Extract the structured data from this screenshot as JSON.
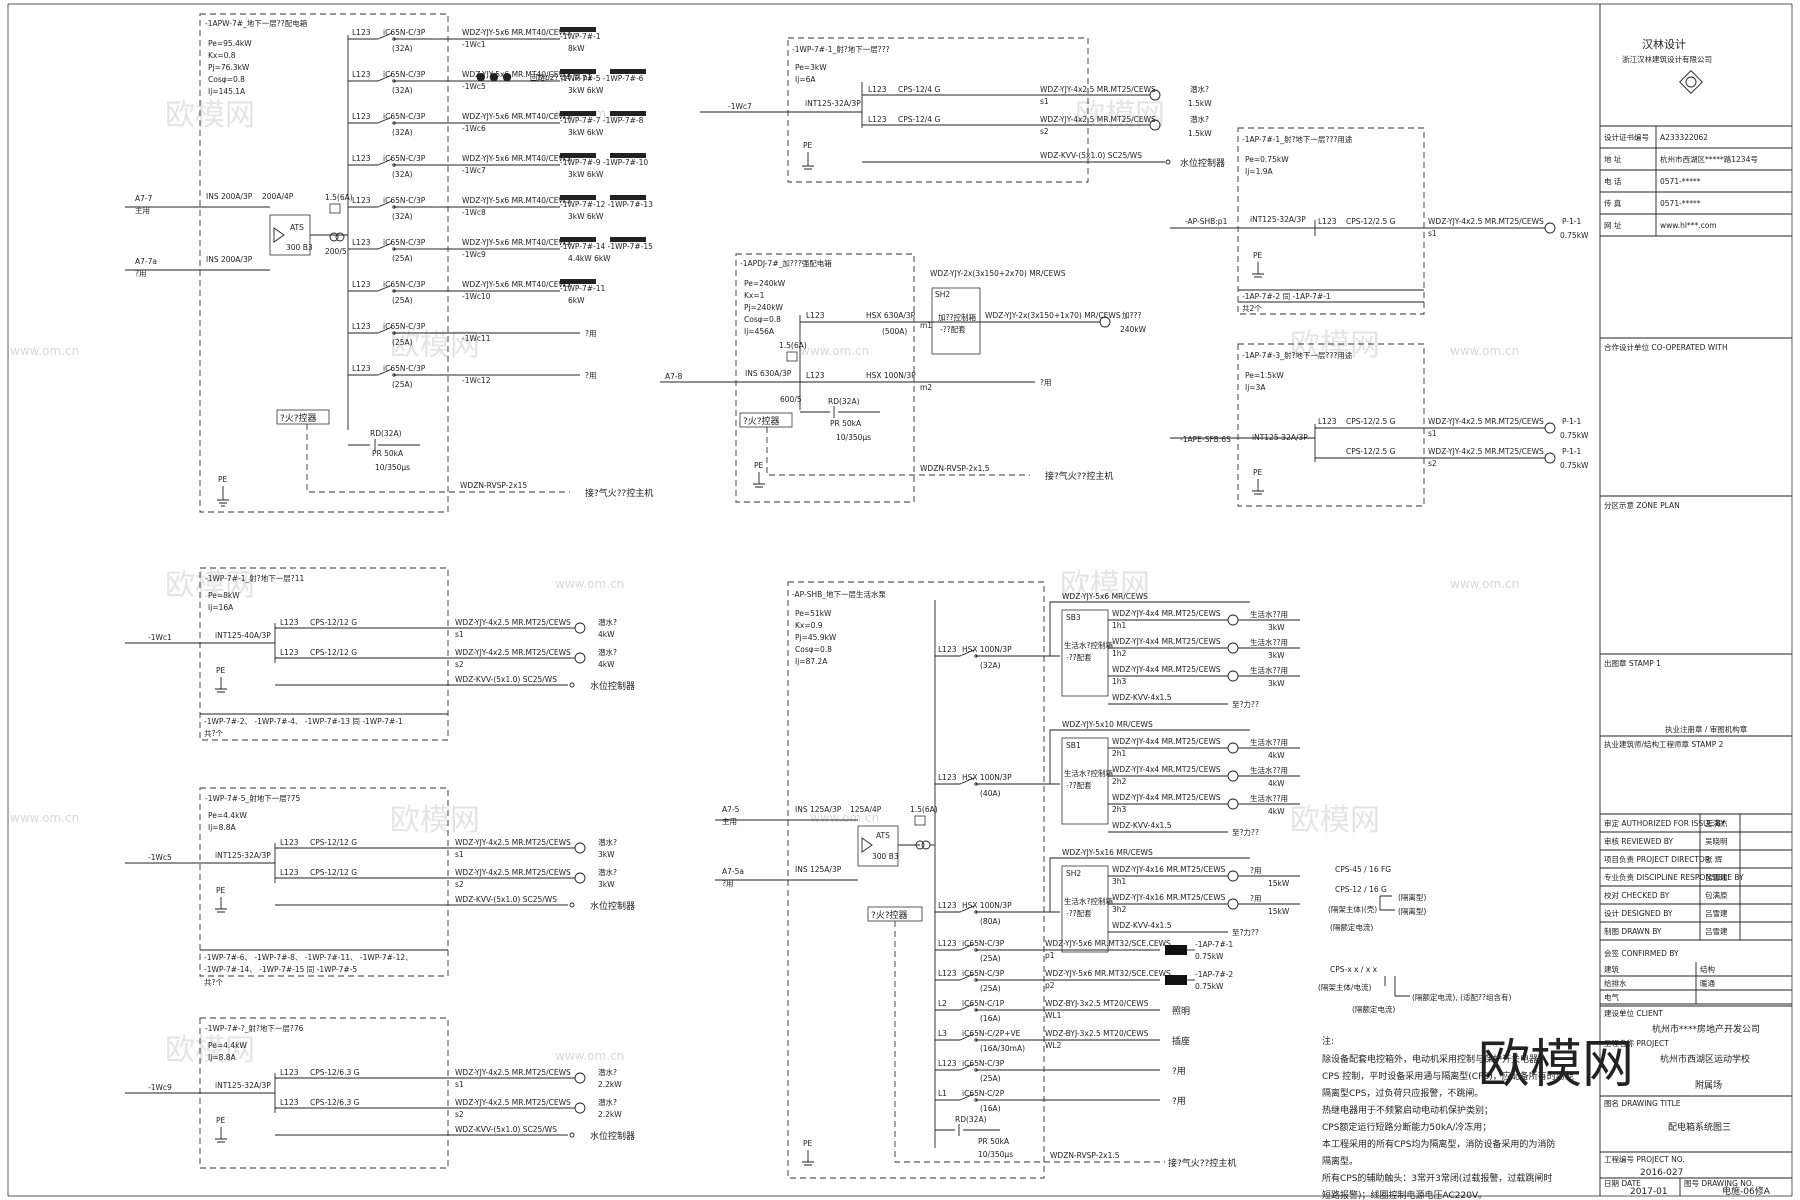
{
  "watermark": {
    "brand": "欧模网",
    "site": "www.om.cn"
  },
  "logo": "欧模网",
  "box1": {
    "title": "-1APW-7#_地下一层??配电箱",
    "params": [
      "Pe=95.4kW",
      "Kx=0.8",
      "Pj=76.3kW",
      "Cosφ=0.8",
      "Ij=145.1A"
    ],
    "in_main": "A7-7",
    "in_main_lbl": "主用",
    "in_backup": "A7-7a",
    "in_backup_lbl": "?用",
    "ins1": "INS 200A/3P",
    "ins2": "INS 200A/3P",
    "sw": "200A/4P",
    "ats": "ATS",
    "ats_sub": "300 B3",
    "ct": "1.5(6A)",
    "ct2": "200/5",
    "fire_alarm": "?火?控器",
    "fire_host": "接?气火??控主机",
    "pe": "PE",
    "rd": "RD(32A)",
    "pr": "PR 50kA",
    "pr_sub": "10/350μs",
    "cable_fire": "WDZN-RVSP-2x15",
    "dots_note": "回路p2? p4 同 p1",
    "circuits": [
      {
        "l": "L123",
        "brk": "iC65N-C/3P",
        "a": "(32A)",
        "cable": "WDZ-YJY-5x6 MR.MT40/CEWS",
        "id": "-1Wc1",
        "tag": "-1WP-7#-1",
        "kw": "8kW"
      },
      {
        "l": "L123",
        "brk": "iC65N-C/3P",
        "a": "(32A)",
        "cable": "WDZ-YJY-5x6 MR.MT40/CEWS",
        "id": "-1Wc5",
        "tag": "-1WP-7#-5   -1WP-7#-6",
        "kw": "3kW   6kW"
      },
      {
        "l": "L123",
        "brk": "iC65N-C/3P",
        "a": "(32A)",
        "cable": "WDZ-YJY-5x6 MR.MT40/CEWS",
        "id": "-1Wc6",
        "tag": "-1WP-7#-7   -1WP-7#-8",
        "kw": "3kW   6kW"
      },
      {
        "l": "L123",
        "brk": "iC65N-C/3P",
        "a": "(32A)",
        "cable": "WDZ-YJY-5x6 MR.MT40/CEWS",
        "id": "-1Wc7",
        "tag": "-1WP-7#-9   -1WP-7#-10",
        "kw": "3kW   6kW"
      },
      {
        "l": "L123",
        "brk": "iC65N-C/3P",
        "a": "(32A)",
        "cable": "WDZ-YJY-5x6 MR.MT40/CEWS",
        "id": "-1Wc8",
        "tag": "-1WP-7#-12   -1WP-7#-13",
        "kw": "3kW   6kW"
      },
      {
        "l": "L123",
        "brk": "iC65N-C/3P",
        "a": "(25A)",
        "cable": "WDZ-YJY-5x6 MR.MT40/CEWS",
        "id": "-1Wc9",
        "tag": "-1WP-7#-14   -1WP-7#-15",
        "kw": "4.4kW   6kW"
      },
      {
        "l": "L123",
        "brk": "iC65N-C/3P",
        "a": "(25A)",
        "cable": "WDZ-YJY-5x6 MR.MT40/CEWS",
        "id": "-1Wc10",
        "tag": "-1WP-7#-11",
        "kw": "6kW"
      },
      {
        "l": "L123",
        "brk": "iC65N-C/3P",
        "a": "(25A)",
        "cable": "",
        "id": "-1Wc11",
        "tag": "?用",
        "kw": ""
      },
      {
        "l": "L123",
        "brk": "iC65N-C/3P",
        "a": "(25A)",
        "cable": "",
        "id": "-1Wc12",
        "tag": "?用",
        "kw": ""
      }
    ]
  },
  "box2": {
    "title": "-1WP-7#-1_射?地下一层???",
    "params": [
      "Pe=3kW",
      "Ij=6A"
    ],
    "in": "-1Wc7",
    "brk": "iNT125-32A/3P",
    "l": "L123",
    "cps1": "CPS-12/4 G",
    "cps2": "CPS-12/4 G",
    "c1": "WDZ-YJY-4x2.5 MR.MT25/CEWS",
    "c1id": "s1",
    "c1dev": "潜水?",
    "c1kw": "1.5kW",
    "c2": "WDZ-YJY-4x2.5 MR.MT25/CEWS",
    "c2id": "s2",
    "c2dev": "潜水?",
    "c2kw": "1.5kW",
    "c3": "WDZ-KVV-(5x1.0) SC25/WS",
    "c3dev": "水位控制器",
    "pe": "PE"
  },
  "box3": {
    "title": "-1APDJ-7#_加???强配电箱",
    "params": [
      "Pe=240kW",
      "Kx=1",
      "Pj=240kW",
      "Cosφ=0.8",
      "Ij=456A"
    ],
    "in": "A7-8",
    "ins": "INS 630A/3P",
    "ct": "1.5(6A)",
    "ct2": "600/5",
    "l": "L123",
    "hsx1": "HSX 630A/3P",
    "a1": "(500A)",
    "m1": "m1",
    "sub": "SH2",
    "sub_t": "加??控制箱\n-??配套",
    "cab": "WDZ-YJY-2x(3x150+2x70) MR/CEWS",
    "cab2": "WDZ-YJY-2x(3x150+1x70) MR/CEWS",
    "dev": "加???",
    "kw": "240kW",
    "hsx2": "HSX 100N/3P",
    "m2": "m2",
    "spare": "?用",
    "rd": "RD(32A)",
    "pr": "PR 50kA",
    "pr_sub": "10/350μs",
    "fire": "?火?控器",
    "fire_cab": "WDZN-RVSP-2x1.5",
    "fire_host": "接?气火??控主机",
    "pe": "PE"
  },
  "box4": {
    "title": "-1AP-7#-1_射?地下一层???用途",
    "params": [
      "Pe=0.75kW",
      "Ij=1.9A"
    ],
    "in": "-AP-SHB:p1",
    "brk": "iNT125-32A/3P",
    "l": "L123",
    "cps": "CPS-12/2.5 G",
    "cab": "WDZ-YJY-4x2.5 MR.MT25/CEWS",
    "id": "s1",
    "dev": "P-1-1",
    "kw": "0.75kW",
    "note": "-1AP-7#-2 同 -1AP-7#-1",
    "note2": "共2个"
  },
  "box5": {
    "title": "-1AP-7#-3_射?地下一层???用途",
    "params": [
      "Pe=1.5kW",
      "Ij=3A"
    ],
    "in": "-1APE-SFB:6S",
    "brk": "iNT125-32A/3P",
    "l": "L123",
    "cps1": "CPS-12/2.5 G",
    "cps2": "CPS-12/2.5 G",
    "c1": "WDZ-YJY-4x2.5 MR.MT25/CEWS",
    "c1id": "s1",
    "c1dev": "P-1-1",
    "c1kw": "0.75kW",
    "c2": "WDZ-YJY-4x2.5 MR.MT25/CEWS",
    "c2id": "s2",
    "c2dev": "P-1-1",
    "c2kw": "0.75kW"
  },
  "box6": {
    "title": "-1WP-7#-1_射?地下一层?11",
    "params": [
      "Pe=8kW",
      "Ij=16A"
    ],
    "in": "-1Wc1",
    "brk": "iNT125-40A/3P",
    "l": "L123",
    "cps1": "CPS-12/12 G",
    "cps2": "CPS-12/12 G",
    "c1": "WDZ-YJY-4x2.5 MR.MT25/CEWS",
    "c1id": "s1",
    "c1dev": "潜水?",
    "c1kw": "4kW",
    "c2": "WDZ-YJY-4x2.5 MR.MT25/CEWS",
    "c2id": "s2",
    "c2dev": "潜水?",
    "c2kw": "4kW",
    "c3": "WDZ-KVV-(5x1.0) SC25/WS",
    "c3dev": "水位控制器",
    "note": "-1WP-7#-2、 -1WP-7#-4、 -1WP-7#-13 同 -1WP-7#-1",
    "note2": "共?个",
    "pe": "PE"
  },
  "box7": {
    "title": "-1WP-7#-5_射地下一层?75",
    "params": [
      "Pe=4.4kW",
      "Ij=8.8A"
    ],
    "in": "-1Wc5",
    "brk": "iNT125-32A/3P",
    "l": "L123",
    "cps1": "CPS-12/12 G",
    "cps2": "CPS-12/12 G",
    "c1": "WDZ-YJY-4x2.5 MR.MT25/CEWS",
    "c1id": "s1",
    "c1dev": "潜水?",
    "c1kw": "3kW",
    "c2": "WDZ-YJY-4x2.5 MR.MT25/CEWS",
    "c2id": "s2",
    "c2dev": "潜水?",
    "c2kw": "3kW",
    "c3": "WDZ-KVV-(5x1.0) SC25/WS",
    "c3dev": "水位控制器",
    "note": "-1WP-7#-6、 -1WP-7#-8、 -1WP-7#-11、 -1WP-7#-12、",
    "note2": "-1WP-7#-14、 -1WP-7#-15 同 -1WP-7#-5",
    "note3": "共?个",
    "pe": "PE"
  },
  "box8": {
    "title": "-1WP-7#-?_射?地下一层?76",
    "params": [
      "Pe=4.4kW",
      "Ij=8.8A"
    ],
    "in": "-1Wc9",
    "brk": "iNT125-32A/3P",
    "l": "L123",
    "cps1": "CPS-12/6.3 G",
    "cps2": "CPS-12/6.3 G",
    "c1": "WDZ-YJY-4x2.5 MR.MT25/CEWS",
    "c1id": "s1",
    "c1dev": "潜水?",
    "c1kw": "2.2kW",
    "c2": "WDZ-YJY-4x2.5 MR.MT25/CEWS",
    "c2id": "s2",
    "c2dev": "潜水?",
    "c2kw": "2.2kW",
    "c3": "WDZ-KVV-(5x1.0) SC25/WS",
    "c3dev": "水位控制器",
    "pe": "PE"
  },
  "box9": {
    "title": "-AP-SHB_地下一层生活水泵",
    "params": [
      "Pe=51kW",
      "Kx=0.9",
      "Pj=45.9kW",
      "Cosφ=0.8",
      "Ij=87.2A"
    ],
    "in_main": "A7-5",
    "in_main_lbl": "主用",
    "in_backup": "A7-5a",
    "in_backup_lbl": "?用",
    "ins1": "INS 125A/3P",
    "ins2": "INS 125A/3P",
    "sw": "125A/4P",
    "ats": "ATS",
    "ats_sub": "300 B3",
    "ct": "1.5(6A)",
    "fire": "?火?控器",
    "fire_cab": "WDZN-RVSP-2x1.5",
    "fire_host": "接?气火??控主机",
    "pe": "PE",
    "rd": "RD(32A)",
    "pr": "PR 50kA",
    "pr_sub": "10/350μs",
    "g1": {
      "l": "L123",
      "hsx": "HSX 100N/3P",
      "a": "(32A)",
      "cab": "WDZ-YJY-5x6 MR/CEWS",
      "sb": "SB3",
      "sbt": "生活水?控制箱",
      "sbt2": "-??配套",
      "out": [
        [
          "WDZ-YJY-4x4 MR.MT25/CEWS",
          "1h1",
          "生活水??用",
          "3kW"
        ],
        [
          "WDZ-YJY-4x4 MR.MT25/CEWS",
          "1h2",
          "生活水??用",
          "3kW"
        ],
        [
          "WDZ-YJY-4x4 MR.MT25/CEWS",
          "1h3",
          "生活水??用",
          "3kW"
        ],
        [
          "WDZ-KVV-4x1.5",
          "",
          "至?力??",
          ""
        ]
      ]
    },
    "g2": {
      "l": "L123",
      "hsx": "HSX 100N/3P",
      "a": "(40A)",
      "cab": "WDZ-YJY-5x10 MR/CEWS",
      "sb": "SB1",
      "sbt": "生活水?控制箱",
      "sbt2": "-??配套",
      "out": [
        [
          "WDZ-YJY-4x4 MR.MT25/CEWS",
          "2h1",
          "生活水??用",
          "4kW"
        ],
        [
          "WDZ-YJY-4x4 MR.MT25/CEWS",
          "2h2",
          "生活水??用",
          "4kW"
        ],
        [
          "WDZ-YJY-4x4 MR.MT25/CEWS",
          "2h3",
          "生活水??用",
          "4kW"
        ],
        [
          "WDZ-KVV-4x1.5",
          "",
          "至?力??",
          ""
        ]
      ]
    },
    "g3": {
      "l": "L123",
      "hsx": "HSX 100N/3P",
      "a": "(80A)",
      "cab": "WDZ-YJY-5x16 MR/CEWS",
      "sb": "SH2",
      "sbt": "生活水?控制箱",
      "sbt2": "-??配套",
      "out": [
        [
          "WDZ-YJY-4x16 MR.MT25/CEWS",
          "3h1",
          "?用",
          "15kW"
        ],
        [
          "WDZ-YJY-4x16 MR.MT25/CEWS",
          "3h2",
          "?用",
          "15kW"
        ],
        [
          "WDZ-KVV-4x1.5",
          "",
          "至?力??",
          ""
        ]
      ]
    },
    "small": [
      [
        "L123",
        "iC65N-C/3P",
        "(25A)",
        "WDZ-YJY-5x6 MR.MT32/SCE.CEWS",
        "p1",
        "-1AP-7#-1",
        "0.75kW"
      ],
      [
        "L123",
        "iC65N-C/3P",
        "(25A)",
        "WDZ-YJY-5x6 MR.MT32/SCE.CEWS",
        "p2",
        "-1AP-7#-2",
        "0.75kW"
      ],
      [
        "L2",
        "iC65N-C/1P",
        "(16A)",
        "WDZ-BYJ-3x2.5 MT20/CEWS",
        "WL1",
        "照明",
        ""
      ],
      [
        "L3",
        "iC65N-C/2P+VE",
        "(16A/30mA)",
        "WDZ-BYJ-3x2.5 MT20/CEWS",
        "WL2",
        "插座",
        ""
      ],
      [
        "L123",
        "iC65N-C/3P",
        "(25A)",
        "",
        "",
        "?用",
        ""
      ],
      [
        "L1",
        "iC65N-C/2P",
        "(16A)",
        "",
        "",
        "?用",
        ""
      ]
    ]
  },
  "legend": {
    "cps_full": "CPS-45 / 16 FG",
    "cps_sub": "CPS-12 / 16 G",
    "lbl1": "(隔离型)",
    "lbl2": "(隔离型)",
    "lbl_frame": "(隔架主体)(壳)",
    "lbl_rated": "(隔额定电流)",
    "cps_gen": "CPS-x x / x x",
    "lbl_g1": "(隔额定电流),    (适配??组含有)",
    "lbl_g2": "(隔架主体/电流)",
    "lbl_g3": "(隔额定电流)"
  },
  "notes": {
    "head": "注:",
    "lines": [
      "    除设备配套电控箱外，电动机采用控制与保护开关电器",
      "CPS 控制，平时设备采用通与隔离型(CPS)，应配备所有的功能",
      "隔离型CPS，过负荷只应报警，不跳闸。",
      "    热继电器用于不频繁启动电动机保护类别；",
      "CPS额定运行短路分断能力50kA/冷冻用；",
      "    本工程采用的所有CPS均为隔离型，消防设备采用的为消防",
      "隔离型。",
      "    所有CPS的辅助触头：3常开3常闭(过载报警，过载跳闸时",
      "短路报警)；线圈控制电源电压AC220V。"
    ]
  },
  "titleblock": {
    "company": "汉林设计",
    "company2": "浙江汉林建筑设计有限公司",
    "rows1": [
      [
        "设计证书编号",
        "A233322062"
      ],
      [
        "地    址",
        "杭州市西湖区*****路1234号"
      ],
      [
        "电    话",
        "0571-*****"
      ],
      [
        "传    真",
        "0571-*****"
      ],
      [
        "网    址",
        "www.hl***.com"
      ]
    ],
    "coop": "合作设计单位  CO-OPERATED WITH",
    "zone": "分区示意  ZONE PLAN",
    "stamp1": "出图章  STAMP 1",
    "stamp2a": "执业注册章 / 审图机构章",
    "stamp2": "执业建筑师/结构工程师章 STAMP 2",
    "roles": [
      [
        "审定 AUTHORIZED FOR ISSUE BY",
        "王满杰"
      ],
      [
        "审核 REVIEWED BY",
        "吴晓明"
      ],
      [
        "项目负责 PROJECT DIRECTOR",
        "张  辉"
      ],
      [
        "专业负责 DISCIPLINE RESPONSIBLE BY",
        "吕雪建"
      ],
      [
        "校对 CHECKED BY",
        "包满原"
      ],
      [
        "设计 DESIGNED BY",
        "吕雪建"
      ],
      [
        "制图 DRAWN BY",
        "吕雪建"
      ]
    ],
    "confirm": "会签 CONFIRMED BY",
    "disc": [
      [
        "建筑",
        "结构"
      ],
      [
        "给排水",
        "暖通"
      ],
      [
        "电气",
        ""
      ]
    ],
    "client_lbl": "建设单位  CLIENT",
    "client": "杭州市****房地产开发公司",
    "project_lbl": "工程名称  PROJECT",
    "project": "杭州市西湖区运动学校",
    "project2": "附属场",
    "title_lbl": "图名  DRAWING TITLE",
    "title": "配电箱系统图三",
    "projno_lbl": "工程编号 PROJECT NO.",
    "projno": "2016-027",
    "date_lbl": "日期 DATE",
    "date": "2017-01",
    "dwgno_lbl": "图号 DRAWING NO.",
    "dwgno": "电施-06修A"
  }
}
